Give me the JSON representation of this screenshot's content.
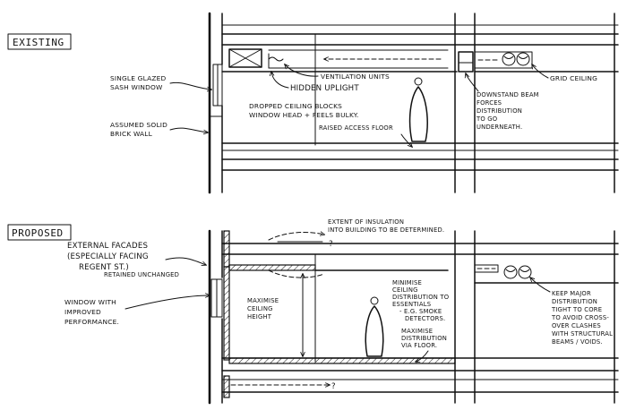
{
  "sections": {
    "existing": {
      "tag": "EXISTING",
      "labels": {
        "window_1": "SINGLE GLAZED",
        "window_2": "SASH WINDOW",
        "wall_1": "ASSUMED SOLID",
        "wall_2": "BRICK WALL",
        "vent": "VENTILATION UNITS",
        "uplight": "HIDDEN UPLIGHT",
        "ceiling_1": "DROPPED CEILING BLOCKS",
        "ceiling_2": "WINDOW HEAD + FEELS BULKY.",
        "floor": "RAISED ACCESS FLOOR",
        "beam_1": "DOWNSTAND BEAM",
        "beam_2": "FORCES",
        "beam_3": "DISTRIBUTION",
        "beam_4": "TO GO",
        "beam_5": "UNDERNEATH.",
        "grid": "GRID CEILING"
      }
    },
    "proposed": {
      "tag": "PROPOSED",
      "labels": {
        "facade_1": "EXTERNAL FACADES",
        "facade_2": "(ESPECIALLY FACING",
        "facade_3": "REGENT ST.)",
        "facade_4": "RETAINED UNCHANGED",
        "window_1": "WINDOW WITH",
        "window_2": "IMPROVED",
        "window_3": "PERFORMANCE.",
        "insul_1": "EXTENT OF INSULATION",
        "insul_2": "INTO BUILDING TO BE DETERMINED.",
        "height_1": "MAXIMISE",
        "height_2": "CEILING",
        "height_3": "HEIGHT",
        "minimise_1": "MINIMISE",
        "minimise_2": "CEILING",
        "minimise_3": "DISTRIBUTION TO",
        "minimise_4": "ESSENTIALS",
        "minimise_5": "- E.G. SMOKE",
        "minimise_6": "DETECTORS.",
        "floor_1": "MAXIMISE",
        "floor_2": "DISTRIBUTION",
        "floor_3": "VIA FLOOR.",
        "major_1": "KEEP MAJOR",
        "major_2": "DISTRIBUTION",
        "major_3": "TIGHT TO CORE",
        "major_4": "TO AVOID CROSS-",
        "major_5": "OVER CLASHES",
        "major_6": "WITH STRUCTURAL",
        "major_7": "BEAMS / VOIDS.",
        "q1": "?",
        "q2": "?"
      }
    }
  }
}
